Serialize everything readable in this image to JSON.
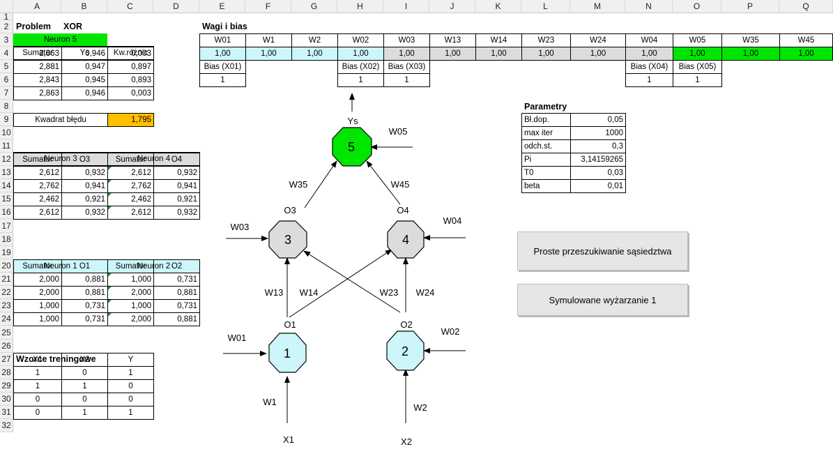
{
  "colors": {
    "green": "#00e600",
    "light_cyan": "#ccf6fa",
    "orange": "#ffc000",
    "gray": "#dcdcdc"
  },
  "columns": [
    "A",
    "B",
    "C",
    "D",
    "E",
    "F",
    "G",
    "H",
    "I",
    "J",
    "K",
    "L",
    "M",
    "N",
    "O",
    "P",
    "Q"
  ],
  "rows": [
    "1",
    "2",
    "3",
    "4",
    "5",
    "6",
    "7",
    "8",
    "9",
    "10",
    "11",
    "12",
    "13",
    "14",
    "15",
    "16",
    "17",
    "18",
    "19",
    "20",
    "21",
    "22",
    "23",
    "24",
    "25",
    "26",
    "27",
    "28",
    "29",
    "30",
    "31",
    "32"
  ],
  "title": {
    "problem": "Problem",
    "xor": "XOR"
  },
  "neuron5": {
    "label": "Neuron 5",
    "h_sum": "Sumator",
    "h_ys": "Ys",
    "h_sq": "Kw.różnic",
    "rows": [
      [
        "2,863",
        "0,946",
        "0,003"
      ],
      [
        "2,881",
        "0,947",
        "0,897"
      ],
      [
        "2,843",
        "0,945",
        "0,893"
      ],
      [
        "2,863",
        "0,946",
        "0,003"
      ]
    ],
    "err_label": "Kwadrat błędu",
    "err_value": "1,795"
  },
  "neuron34": {
    "n3": "Neuron 3",
    "n4": "Neuron 4",
    "h": [
      "Sumator",
      "O3",
      "Sumator",
      "O4"
    ],
    "rows": [
      [
        "2,612",
        "0,932",
        "2,612",
        "0,932"
      ],
      [
        "2,762",
        "0,941",
        "2,762",
        "0,941"
      ],
      [
        "2,462",
        "0,921",
        "2,462",
        "0,921"
      ],
      [
        "2,612",
        "0,932",
        "2,612",
        "0,932"
      ]
    ]
  },
  "neuron12": {
    "n1": "Neuron 1",
    "n2": "Neuron 2",
    "h": [
      "Sumator",
      "O1",
      "Sumator",
      "O2"
    ],
    "rows": [
      [
        "2,000",
        "0,881",
        "1,000",
        "0,731"
      ],
      [
        "2,000",
        "0,881",
        "2,000",
        "0,881"
      ],
      [
        "1,000",
        "0,731",
        "1,000",
        "0,731"
      ],
      [
        "1,000",
        "0,731",
        "2,000",
        "0,881"
      ]
    ]
  },
  "patterns": {
    "title": "Wzorce treningowe",
    "h": [
      "X1",
      "X2",
      "Y"
    ],
    "rows": [
      [
        "1",
        "0",
        "1"
      ],
      [
        "1",
        "1",
        "0"
      ],
      [
        "0",
        "0",
        "0"
      ],
      [
        "0",
        "1",
        "1"
      ]
    ]
  },
  "weights": {
    "title": "Wagi i bias",
    "names": [
      "W01",
      "W1",
      "W2",
      "W02",
      "W03",
      "W13",
      "W14",
      "W23",
      "W24",
      "W04",
      "W05",
      "W35",
      "W45"
    ],
    "values": [
      "1,00",
      "1,00",
      "1,00",
      "1,00",
      "1,00",
      "1,00",
      "1,00",
      "1,00",
      "1,00",
      "1,00",
      "1,00",
      "1,00",
      "1,00"
    ],
    "bias_x01": "Bias (X01)",
    "bias_x01_val": "1",
    "bias_x02": "Bias (X02)",
    "bias_x02_val": "1",
    "bias_x03": "Bias (X03)",
    "bias_x03_val": "1",
    "bias_x04": "Bias (X04)",
    "bias_x04_val": "1",
    "bias_x05": "Bias (X05)",
    "bias_x05_val": "1"
  },
  "params": {
    "title": "Parametry",
    "rows": [
      [
        "Bł.dop.",
        "0,05"
      ],
      [
        "max iter",
        "1000"
      ],
      [
        "odch.st.",
        "0,3"
      ],
      [
        "Pi",
        "3,14159265"
      ],
      [
        "T0",
        "0,03"
      ],
      [
        "beta",
        "0,01"
      ]
    ]
  },
  "buttons": {
    "search": "Proste przeszukiwanie sąsiedztwa",
    "anneal": "Symulowane wyżarzanie 1"
  },
  "diagram": {
    "n1": "1",
    "n2": "2",
    "n3": "3",
    "n4": "4",
    "n5": "5",
    "o1": "O1",
    "o2": "O2",
    "o3": "O3",
    "o4": "O4",
    "ys": "Ys",
    "x1": "X1",
    "x2": "X2",
    "w1": "W1",
    "w2": "W2",
    "w01": "W01",
    "w02": "W02",
    "w03": "W03",
    "w04": "W04",
    "w05": "W05",
    "w13": "W13",
    "w14": "W14",
    "w23": "W23",
    "w24": "W24",
    "w35": "W35",
    "w45": "W45"
  }
}
